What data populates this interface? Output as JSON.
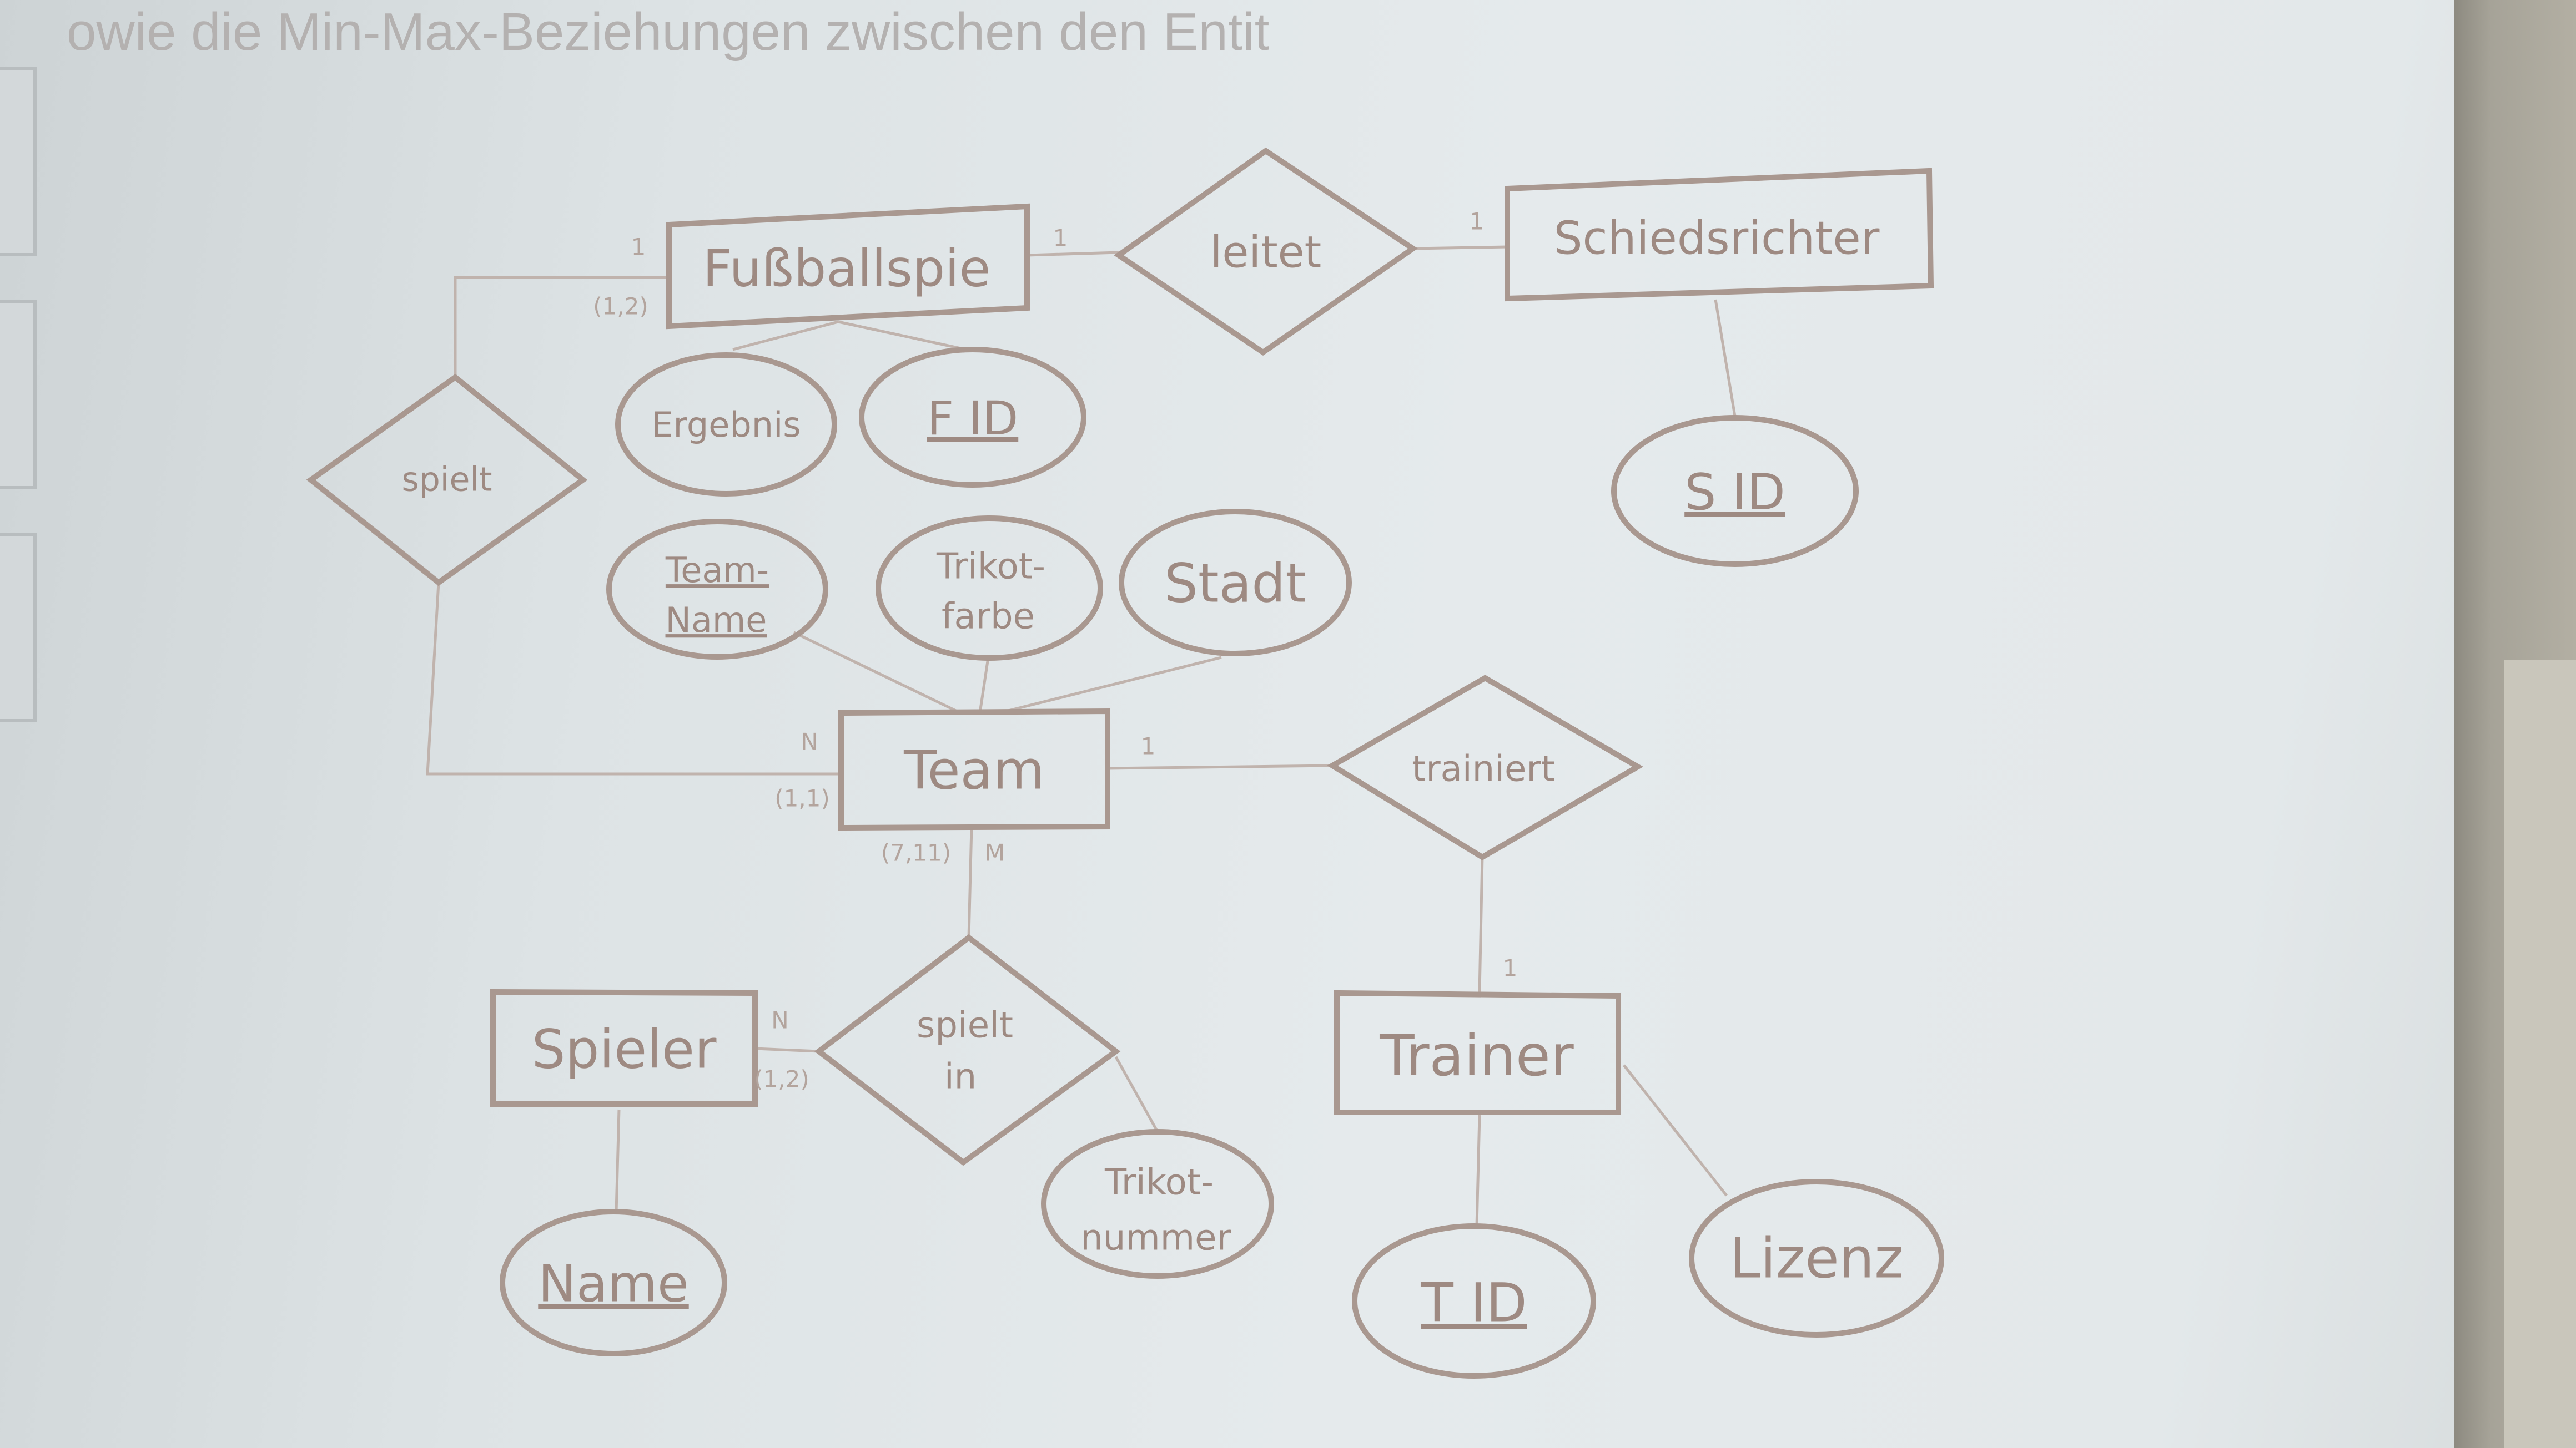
{
  "heading": "owie die Min-Max-Beziehungen zwischen den Entit",
  "entities": {
    "fussballspiel": "Fußballspie",
    "schiedsrichter": "Schiedsrichter",
    "team": "Team",
    "spieler": "Spieler",
    "trainer": "Trainer"
  },
  "relationships": {
    "leitet": "leitet",
    "spielt": "spielt",
    "trainiert": "trainiert",
    "spielt_in_line1": "spielt",
    "spielt_in_line2": "in"
  },
  "attributes": {
    "ergebnis": "Ergebnis",
    "f_id": "F ID",
    "s_id": "S ID",
    "team_name_line1": "Team-",
    "team_name_line2": "Name",
    "trikotfarbe_line1": "Trikot-",
    "trikotfarbe_line2": "farbe",
    "stadt": "Stadt",
    "name": "Name",
    "trikotnummer_line1": "Trikot-",
    "trikotnummer_line2": "nummer",
    "t_id": "T ID",
    "lizenz": "Lizenz"
  },
  "cardinalities": {
    "fussball_leitet": "1",
    "leitet_schiedsrichter": "1",
    "fussball_spielt": "1",
    "fussball_spielt_minmax": "(1,2)",
    "team_spielt": "N",
    "team_spielt_minmax": "(1,1)",
    "team_trainiert": "1",
    "team_spieltin_minmax": "(7,11)",
    "team_spieltin": "M",
    "spieler_spieltin": "N",
    "spieler_spieltin_minmax": "(1,2)",
    "trainer_trainiert": "1"
  }
}
